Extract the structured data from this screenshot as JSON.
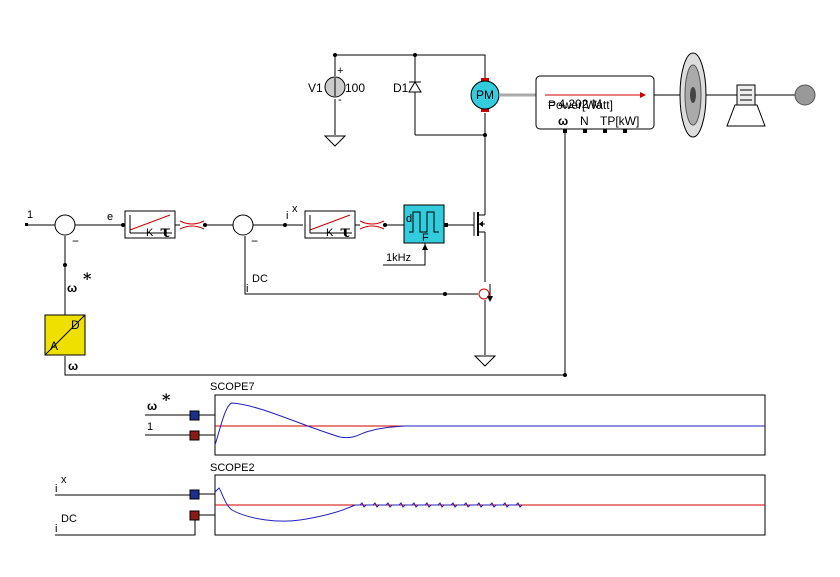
{
  "source": {
    "name": "V1",
    "value": "100",
    "plus": "+",
    "minus": "-"
  },
  "diode": {
    "name": "D1"
  },
  "motor": {
    "label": "PM"
  },
  "power_meter": {
    "reading": "= 4.202 M",
    "title": "Power[Watt]",
    "ports": [
      "ω",
      "N",
      "TP[kW]"
    ]
  },
  "control": {
    "reference": "1",
    "error_label": "e",
    "minus_sign": "−",
    "omega_star": "ω",
    "star": "*",
    "omega": "ω",
    "ix_main": "i",
    "ix_sup": "x",
    "idc_main": "i",
    "idc_sup": "DC",
    "pi_gain": "K",
    "pi_tau": "τ",
    "pwm_freq": "1kHz",
    "pwm_d": "d",
    "pwm_f": "F",
    "ad_a": "A",
    "ad_d": "D"
  },
  "scopes": [
    {
      "title": "SCOPE7",
      "inputs": [
        {
          "main": "ω",
          "sup": "*",
          "color": "#1c2f8c"
        },
        {
          "main": "1",
          "sup": "",
          "color": "#8b1a1a"
        }
      ]
    },
    {
      "title": "SCOPE2",
      "inputs": [
        {
          "main": "i",
          "sup": "x",
          "color": "#1c2f8c"
        },
        {
          "main": "i",
          "sup": "DC",
          "color": "#8b1a1a"
        }
      ]
    }
  ],
  "colors": {
    "trace_blue": "#2020c0",
    "trace_red": "#d00000",
    "pwm_fill": "#33ccdd",
    "ad_fill": "#f0e000",
    "motor_fill": "#33ccdd",
    "limiter": "#d00000"
  }
}
